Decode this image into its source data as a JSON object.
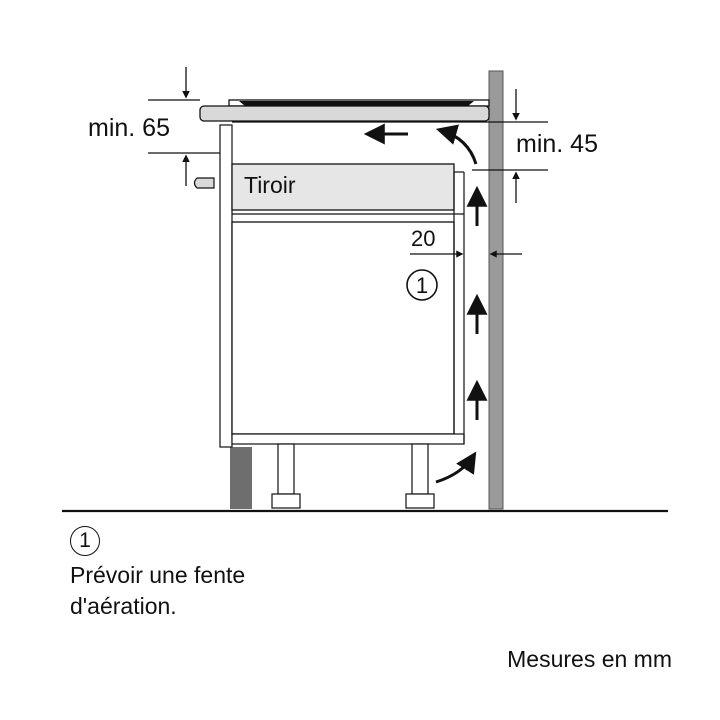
{
  "diagram": {
    "drawer_label": "Tiroir",
    "dim_top_left": "min. 65",
    "dim_top_right": "min. 45",
    "dim_gap": "20",
    "callout_marker": "1"
  },
  "legend": {
    "marker": "1",
    "text_line1": "Prévoir une fente",
    "text_line2": "d'aération."
  },
  "footer": {
    "units": "Mesures en mm"
  },
  "colors": {
    "line": "#111111",
    "drawer_fill": "#e6e6e6",
    "wall_fill": "#9a9a9a",
    "wall_dark": "#555555",
    "hob_fill": "#d9d9d9"
  }
}
